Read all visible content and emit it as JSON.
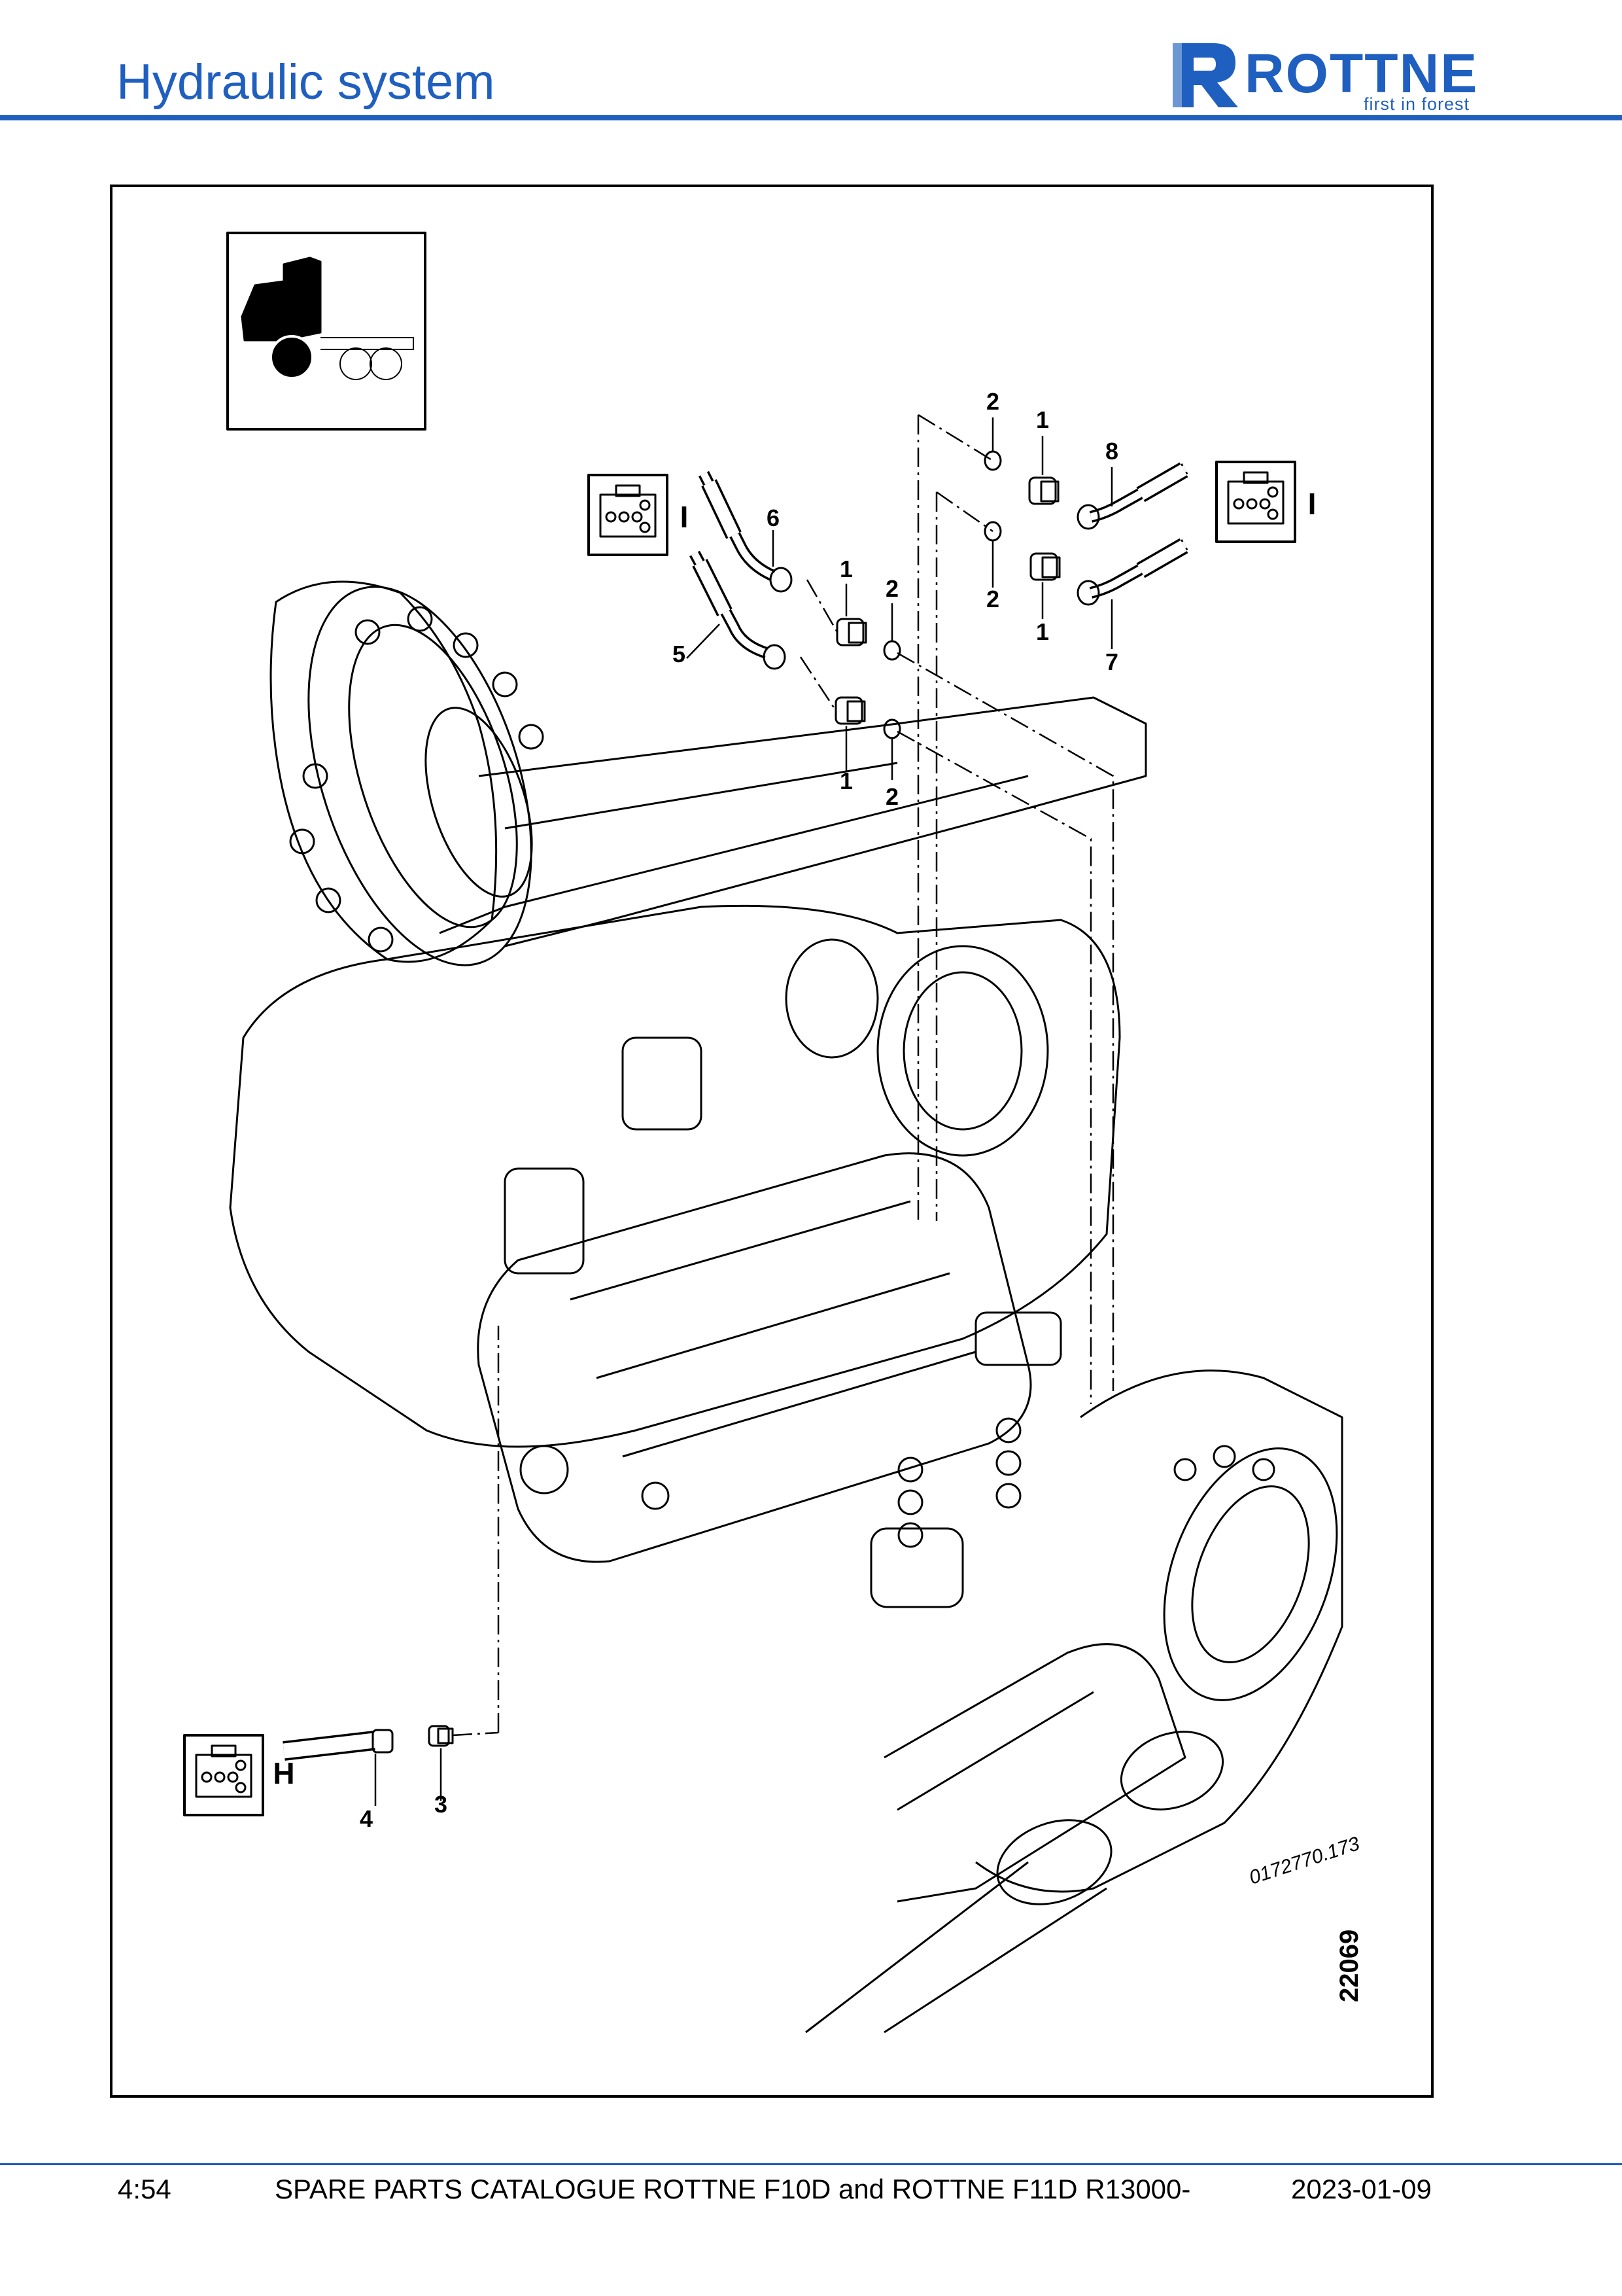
{
  "header": {
    "title": "Hydraulic system",
    "logo_text": "ROTTNE",
    "logo_tagline": "first in forest"
  },
  "figure": {
    "drawing_number": "22069",
    "part_serial": "0172770.173",
    "callouts": {
      "c1": "1",
      "c2": "2",
      "c3": "3",
      "c4": "4",
      "c5": "5",
      "c6": "6",
      "c7": "7",
      "c8": "8"
    },
    "connector_letters": {
      "upper_left": "I",
      "upper_right": "I",
      "lower_left": "H"
    }
  },
  "footer": {
    "page": "4:54",
    "catalogue": "SPARE PARTS CATALOGUE ROTTNE F10D and ROTTNE F11D R13000-",
    "date": "2023-01-09"
  },
  "colors": {
    "brand_blue": "#1f5fbf"
  }
}
